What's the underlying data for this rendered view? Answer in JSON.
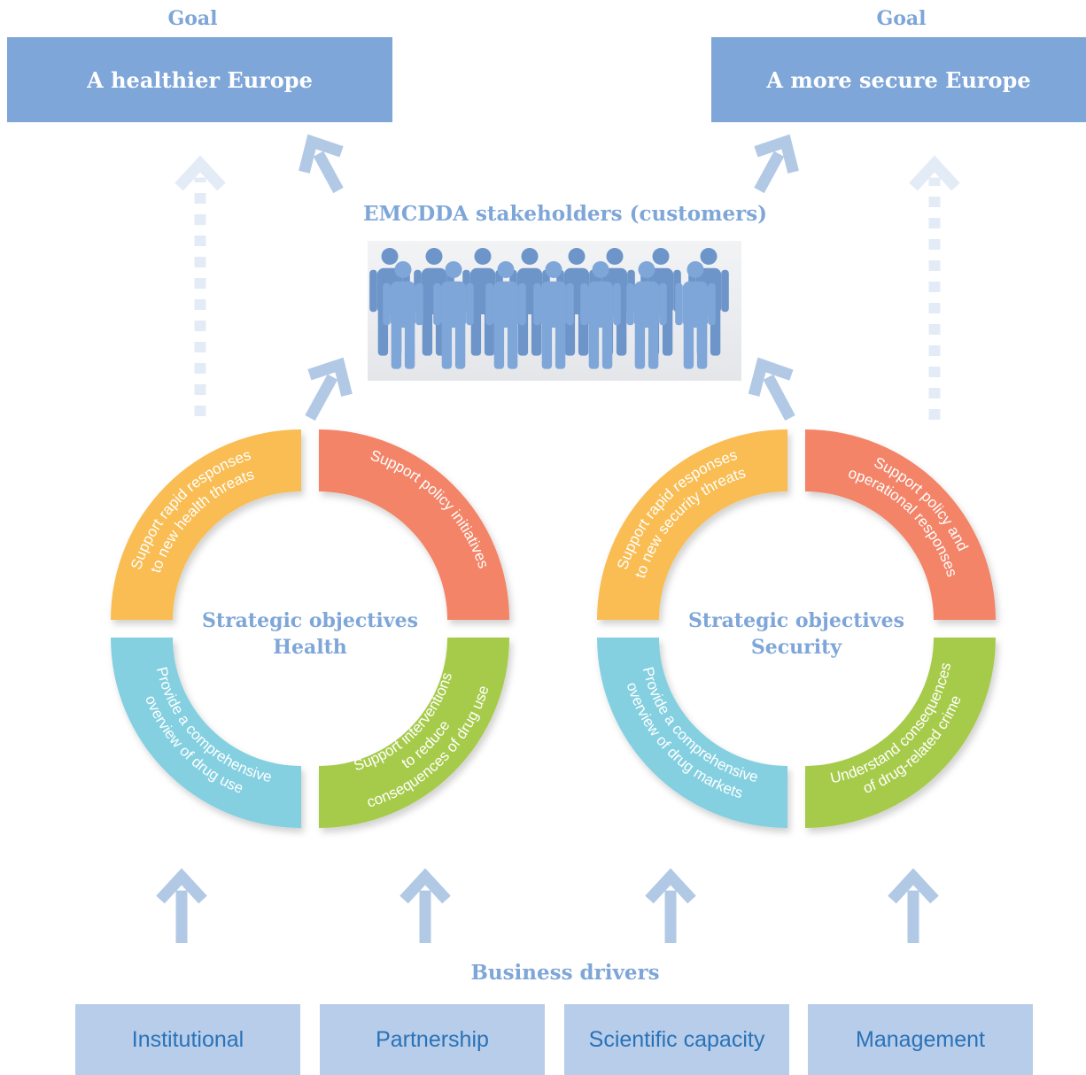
{
  "goals": [
    {
      "label": "Goal",
      "title": "A healthier Europe"
    },
    {
      "label": "Goal",
      "title": "A more secure Europe"
    }
  ],
  "stakeholders": {
    "label": "EMCDDA stakeholders (customers)"
  },
  "rings": [
    {
      "center_line1": "Strategic objectives",
      "center_line2": "Health",
      "segments": {
        "top_left": [
          "Support rapid responses",
          "to new health threats"
        ],
        "top_right": [
          "Support policy initiatives"
        ],
        "bottom_left": [
          "Provide a comprehensive",
          "overview of drug use"
        ],
        "bottom_right": [
          "Support interventions",
          "to reduce",
          "consequences of drug use"
        ]
      }
    },
    {
      "center_line1": "Strategic objectives",
      "center_line2": "Security",
      "segments": {
        "top_left": [
          "Support rapid responses",
          "to new security threats"
        ],
        "top_right": [
          "Support policy and",
          "operational responses"
        ],
        "bottom_left": [
          "Provide a comprehensive",
          "overview of drug markets"
        ],
        "bottom_right": [
          "Understand consequences",
          "of drug-related crime"
        ]
      }
    }
  ],
  "business_drivers": {
    "label": "Business drivers",
    "items": [
      "Institutional",
      "Partnership",
      "Scientific capacity",
      "Management"
    ]
  },
  "colors": {
    "goal_blue": "#7ea6d8",
    "arrow": "#b2c9e6",
    "arrow_faint": "#e3ecf6",
    "orange": "#f9bd52",
    "red": "#f38467",
    "cyan": "#84d0e0",
    "green": "#a6cb4c",
    "driver_box": "#b7cde9",
    "driver_text": "#2a72b8",
    "person": "#7ea6d8"
  }
}
